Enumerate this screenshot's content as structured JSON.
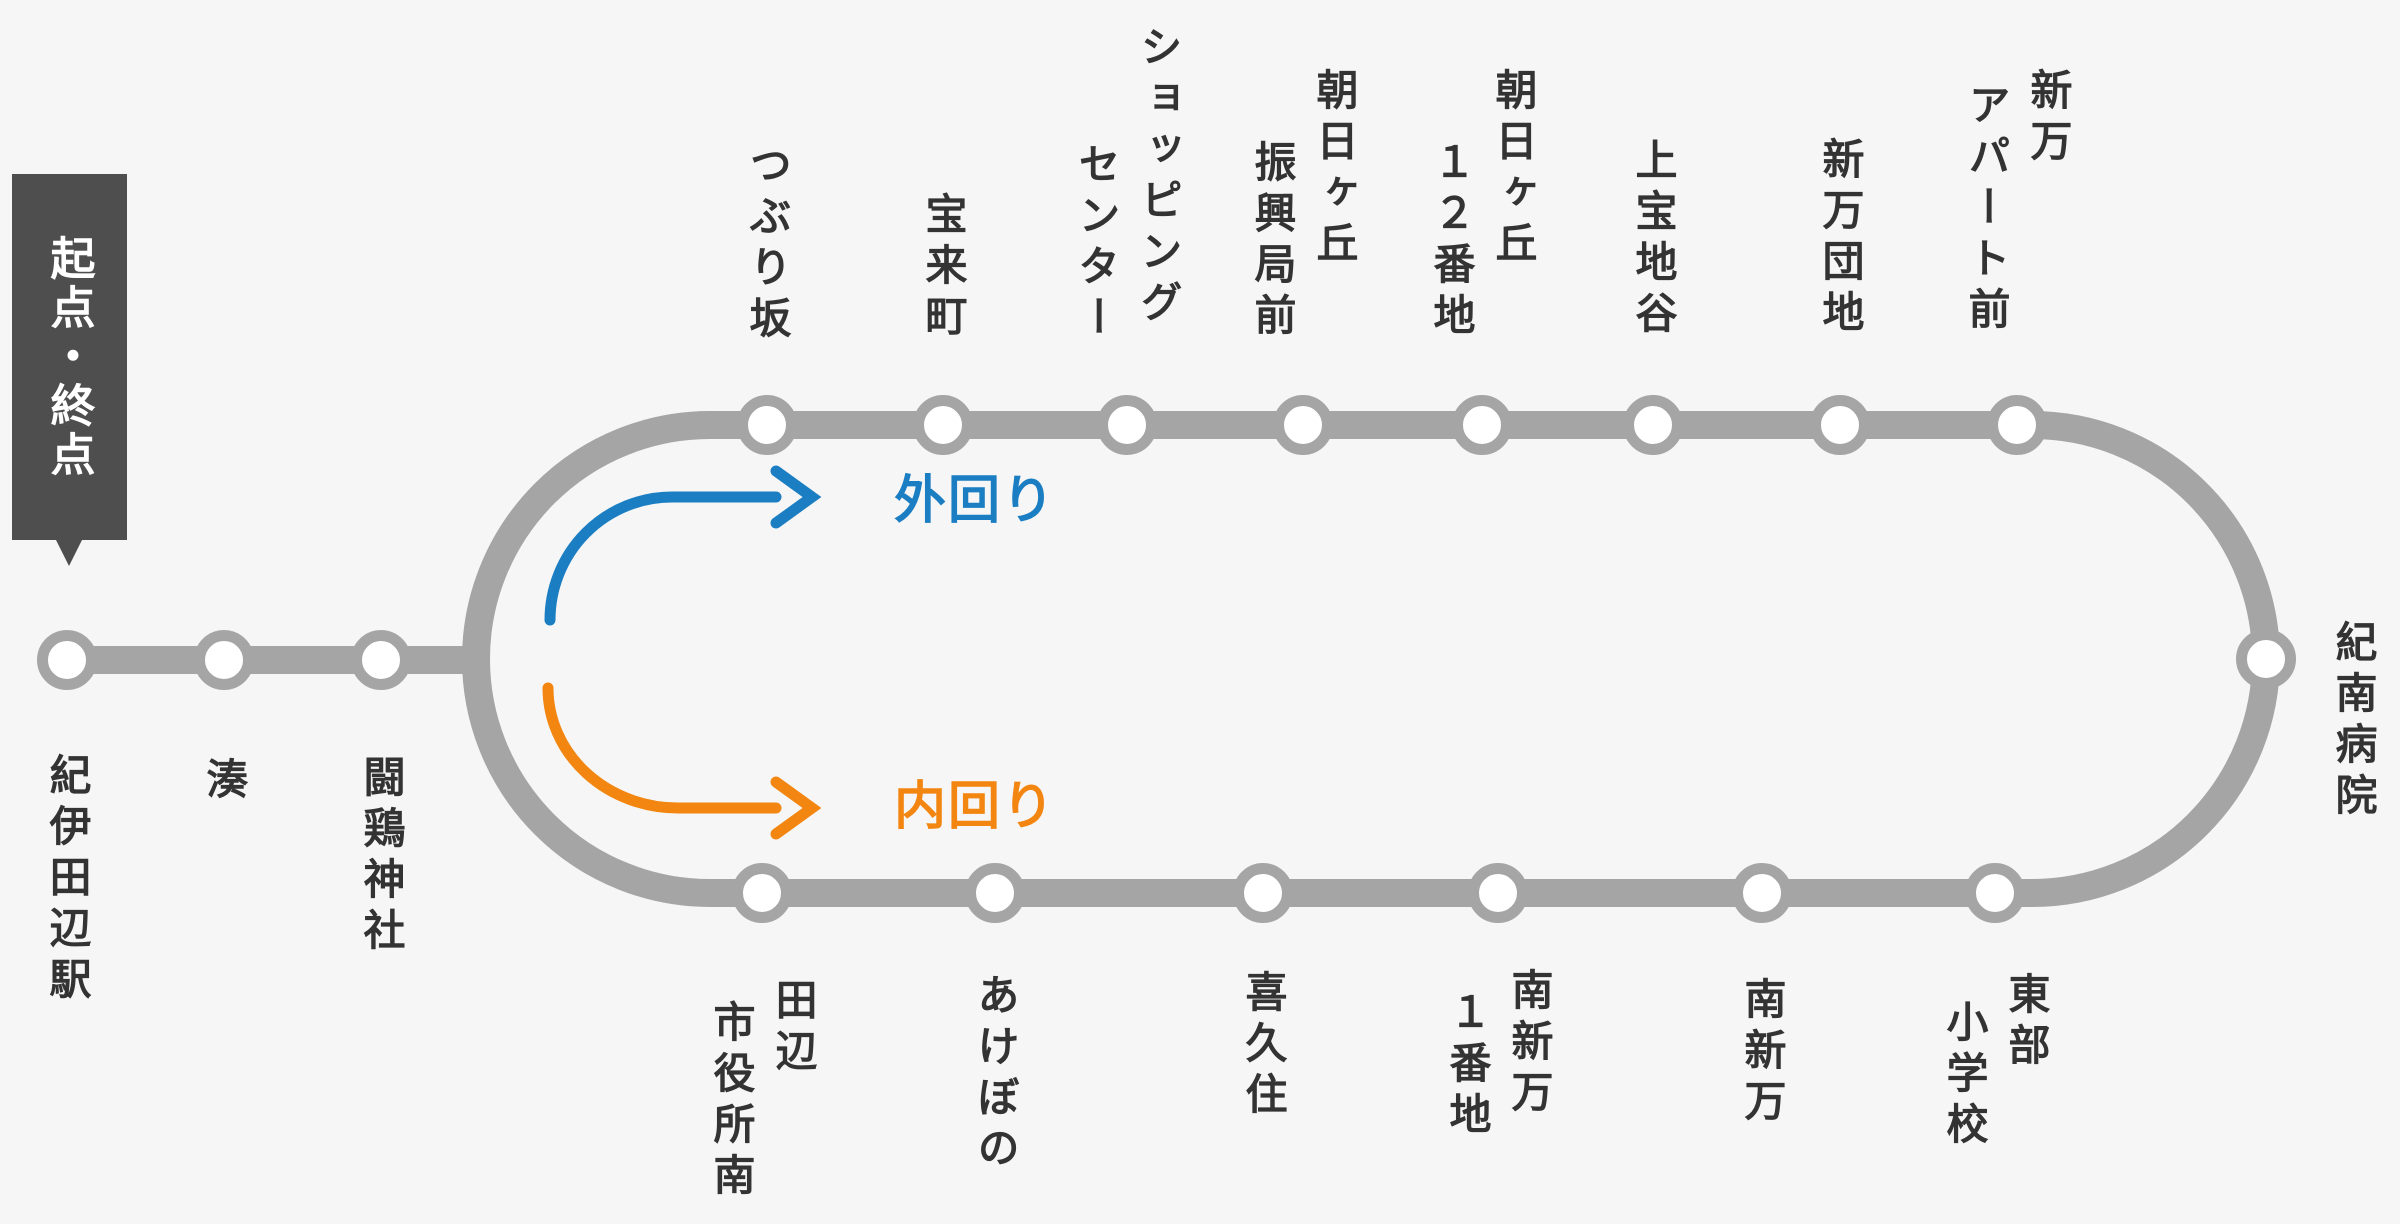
{
  "legend": {
    "terminal_label": "起点・終点"
  },
  "directions": {
    "outer_loop": "外回り",
    "inner_loop": "内回り"
  },
  "stations": {
    "feeder": [
      {
        "name": "紀伊田辺駅"
      },
      {
        "name": "湊"
      },
      {
        "name": "闘鶏神社"
      }
    ],
    "loop_top": [
      {
        "name": "つぶり坂"
      },
      {
        "name": "宝来町"
      },
      {
        "name": "ショッピングセンター",
        "cols": [
          "ショッピング",
          "センター"
        ]
      },
      {
        "name": "朝日ヶ丘振興局前",
        "cols": [
          "朝日ヶ丘",
          "振興局前"
        ]
      },
      {
        "name": "朝日ヶ丘１２番地",
        "cols": [
          "朝日ヶ丘",
          "１２番地"
        ]
      },
      {
        "name": "上宝地谷"
      },
      {
        "name": "新万団地"
      },
      {
        "name": "新万アパート前",
        "cols": [
          "新万",
          "アパート前"
        ]
      }
    ],
    "loop_right": [
      {
        "name": "紀南病院"
      }
    ],
    "loop_bottom": [
      {
        "name": "田辺市役所南",
        "cols": [
          "田辺",
          "市役所南"
        ]
      },
      {
        "name": "あけぼの"
      },
      {
        "name": "喜久住"
      },
      {
        "name": "南新万１番地",
        "cols": [
          "南新万",
          "１番地"
        ]
      },
      {
        "name": "南新万"
      },
      {
        "name": "東部小学校",
        "cols": [
          "東部",
          "小学校"
        ]
      }
    ]
  },
  "colors": {
    "background": "#f6f6f6",
    "route": "#a5a5a5",
    "terminal_box": "#4e4e4e",
    "station_text": "#333333",
    "outer_loop": "#1b7ec2",
    "inner_loop": "#f28610"
  }
}
